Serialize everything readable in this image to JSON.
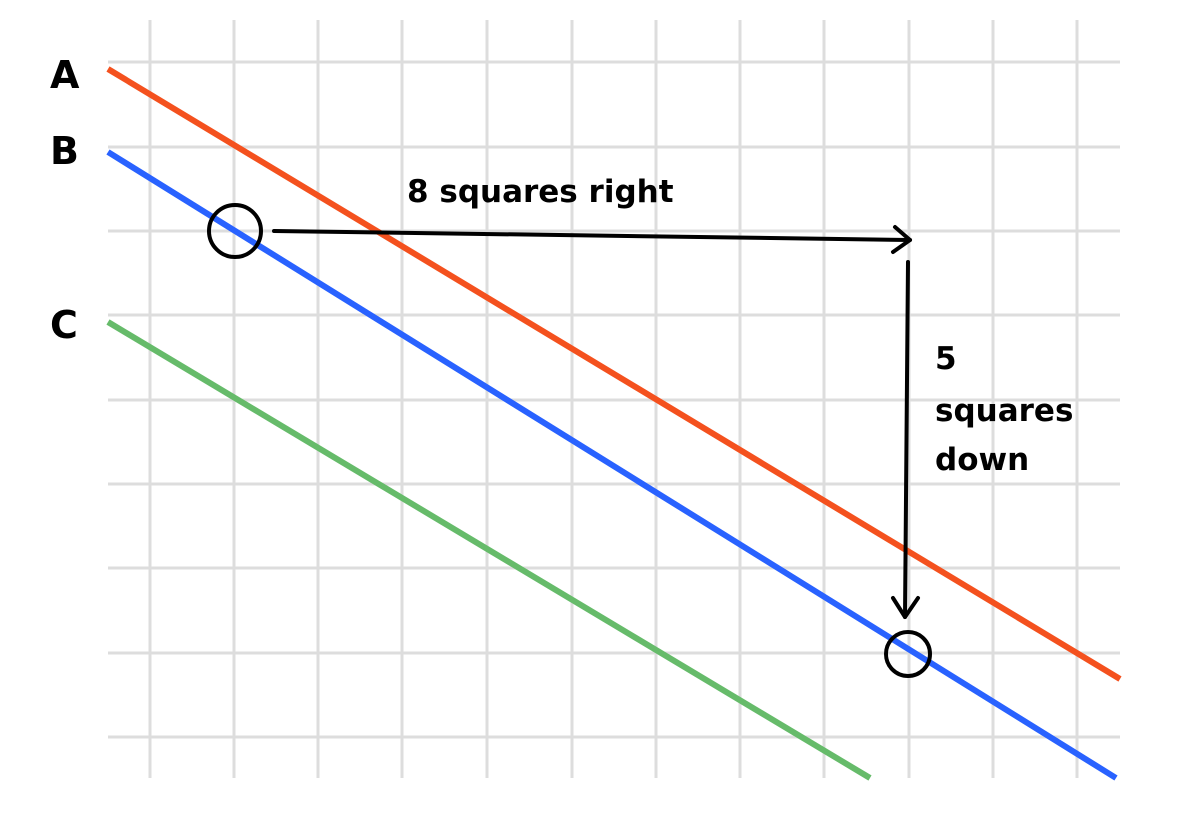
{
  "diagram": {
    "lines": [
      {
        "label": "A",
        "color": "#f4511e"
      },
      {
        "label": "B",
        "color": "#2962ff"
      },
      {
        "label": "C",
        "color": "#66bb6a"
      }
    ],
    "annotations": {
      "right": "8 squares right",
      "down_1": "5",
      "down_2": "squares",
      "down_3": "down"
    },
    "grid_color": "#dddddd"
  }
}
